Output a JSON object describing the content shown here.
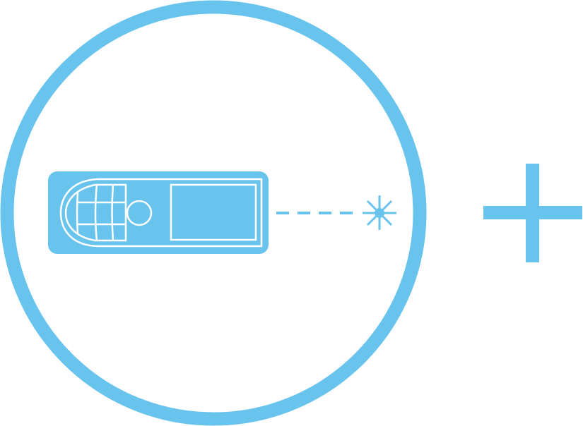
{
  "icon": {
    "name": "add-laser-distance-meter-icon",
    "parts": [
      "circle-frame",
      "laser-distance-meter-device",
      "laser-beam-dashed",
      "laser-target-burst",
      "plus-sign"
    ]
  },
  "colors": {
    "accent": "#69c4ed",
    "background": "#ffffff",
    "device_lines": "#ffffff"
  }
}
